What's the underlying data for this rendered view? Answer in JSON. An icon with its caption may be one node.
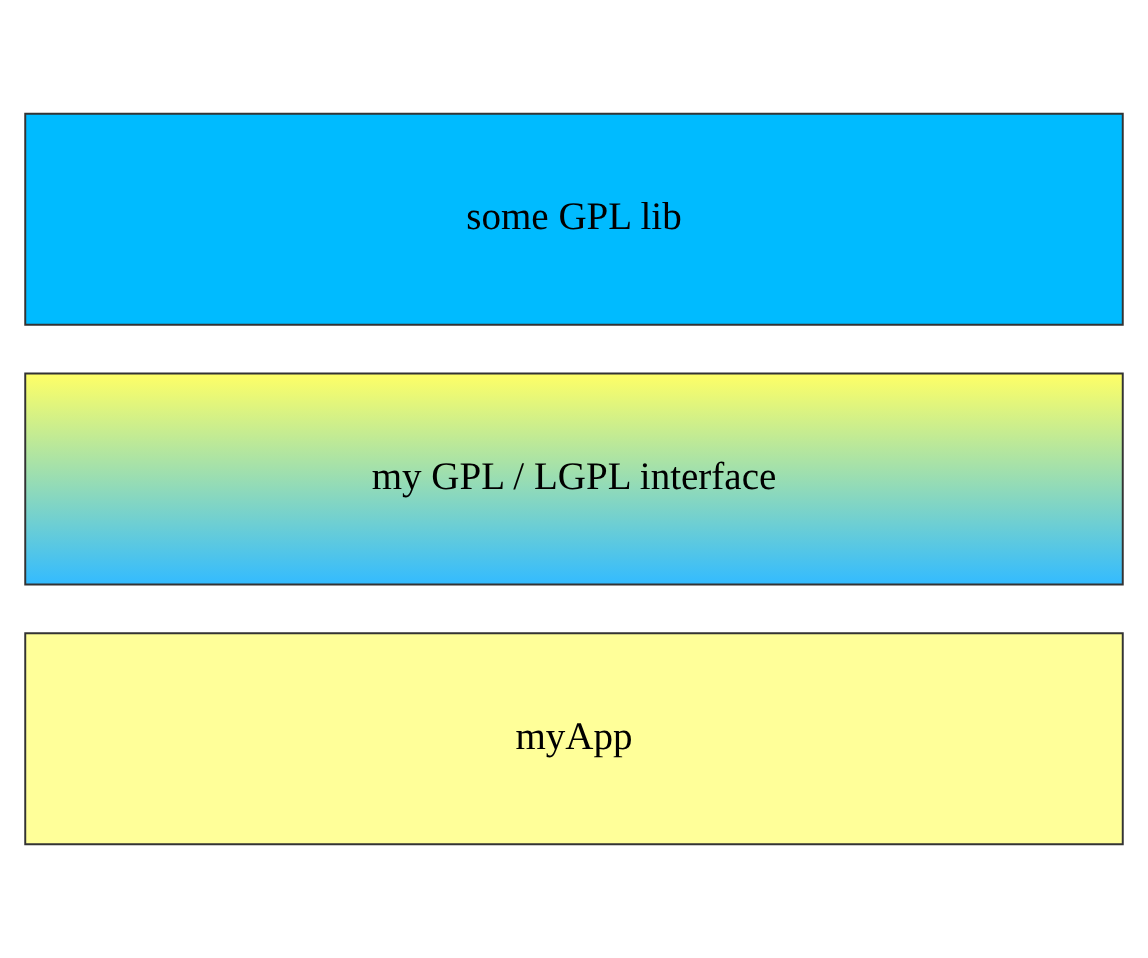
{
  "diagram": {
    "nodes": [
      {
        "text": [
          "myApp"
        ]
      },
      {
        "text": [
          "my GPL / LGPL interface"
        ]
      },
      {
        "text": [
          "some GPL lib"
        ]
      }
    ]
  }
}
